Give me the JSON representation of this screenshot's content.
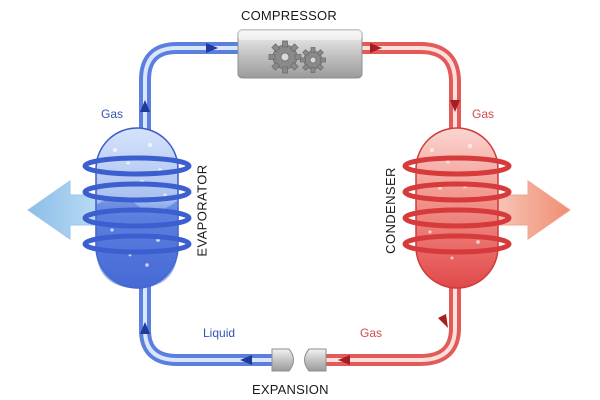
{
  "labels": {
    "compressor": "COMPRESSOR",
    "expansion": "EXPANSION",
    "evaporator": "EVAPORATOR",
    "condenser": "CONDENSER",
    "gas_left_top": "Gas",
    "gas_right_top": "Gas",
    "gas_right_bottom": "Gas",
    "liquid_left_bottom": "Liquid"
  },
  "colors": {
    "cold": "#4a6fd8",
    "cold_light": "#b9cdf2",
    "hot": "#e24b4b",
    "hot_light": "#f7b3ad",
    "arrow_cold": "#9cc6ea",
    "arrow_hot": "#f2a48f",
    "metal": "#cfcfcf"
  }
}
